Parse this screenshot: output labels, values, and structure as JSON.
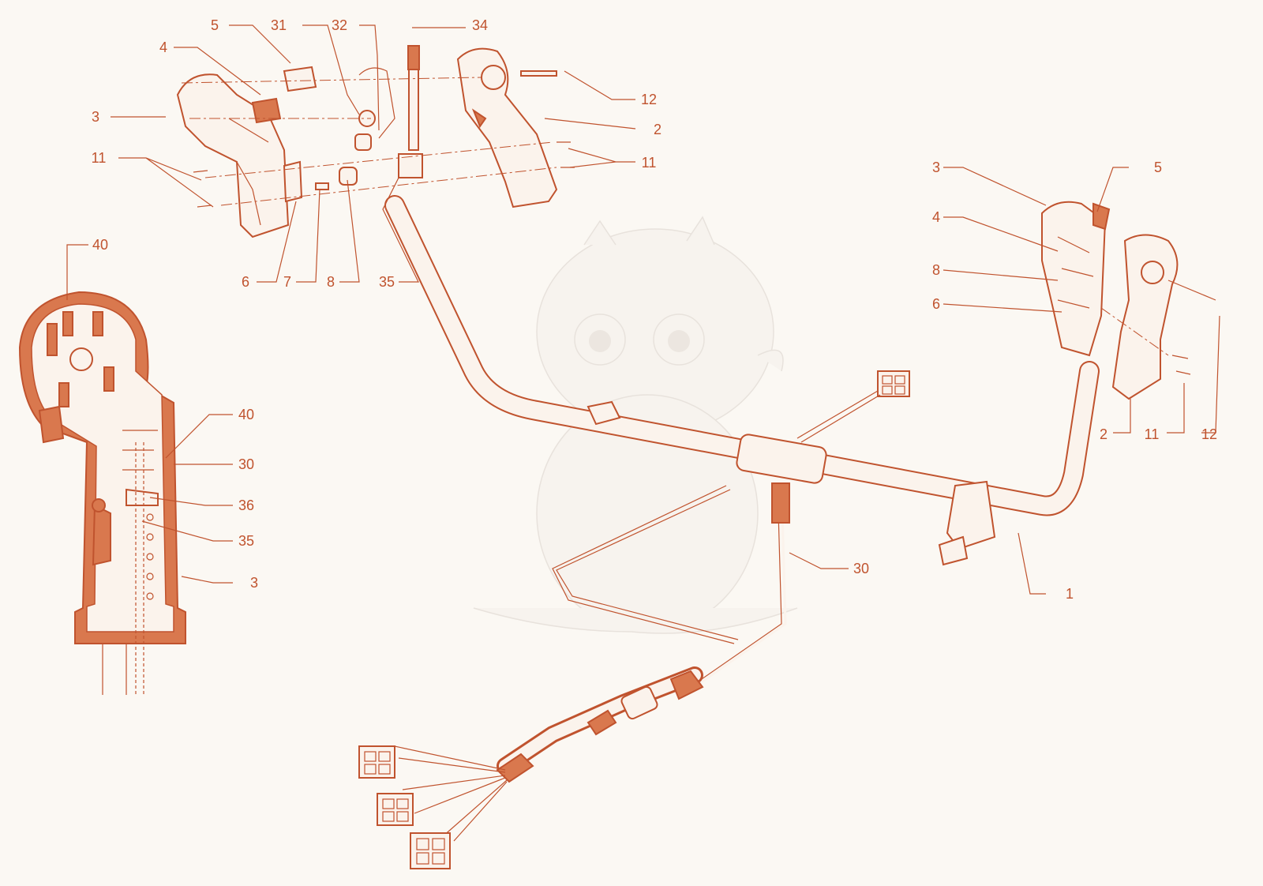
{
  "diagram": {
    "accent_color": "#c0532e",
    "background_color": "#fbf8f3",
    "labels": {
      "top_5": "5",
      "top_31": "31",
      "top_32": "32",
      "top_34": "34",
      "top_4": "4",
      "top_3": "3",
      "top_11_left": "11",
      "top_12": "12",
      "top_2": "2",
      "top_11_right": "11",
      "bottom_6": "6",
      "bottom_7": "7",
      "bottom_8": "8",
      "bottom_35": "35",
      "r_3": "3",
      "r_5": "5",
      "r_4": "4",
      "r_8": "8",
      "r_6": "6",
      "r_2": "2",
      "r_11": "11",
      "r_12": "12",
      "l_40_top": "40",
      "l_40": "40",
      "l_30": "30",
      "l_36": "36",
      "l_35": "35",
      "l_3": "3",
      "harness_30": "30",
      "handlebar_1": "1"
    }
  }
}
